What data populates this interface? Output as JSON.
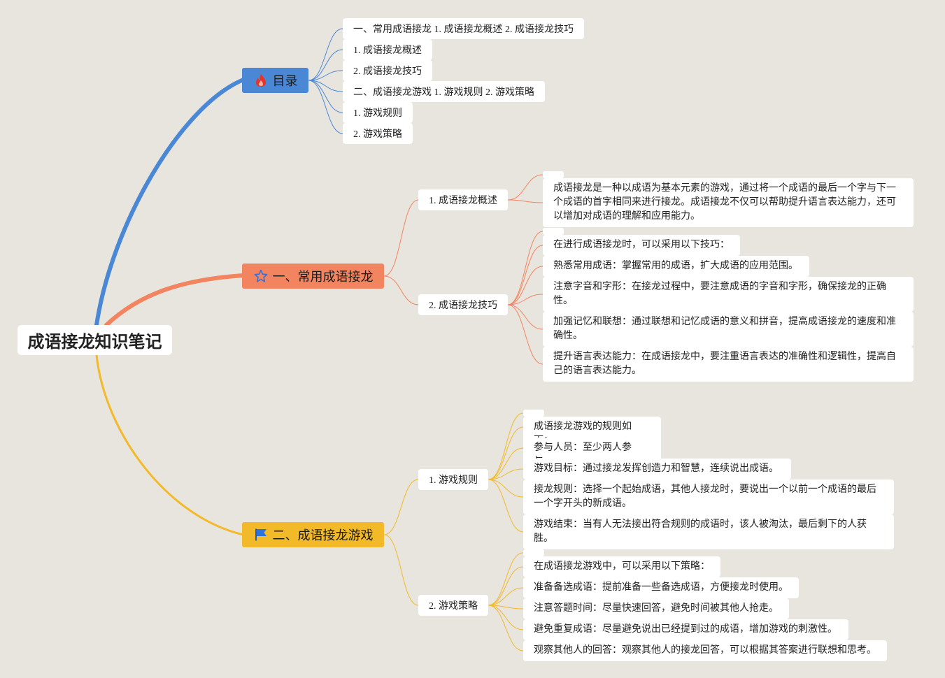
{
  "root": {
    "label": "成语接龙知识笔记"
  },
  "branches": {
    "toc": {
      "label": "目录",
      "icon": "fire-icon",
      "color": "#4a88d6",
      "items": [
        "一、常用成语接龙 1. 成语接龙概述 2. 成语接龙技巧",
        "1. 成语接龙概述",
        "2. 成语接龙技巧",
        "二、成语接龙游戏 1. 游戏规则 2. 游戏策略",
        "1. 游戏规则",
        "2. 游戏策略"
      ]
    },
    "common": {
      "label": "一、常用成语接龙",
      "icon": "star-outline-icon",
      "color": "#f2845f",
      "overview": {
        "label": "1. 成语接龙概述",
        "leaves": [
          "成语接龙是一种以成语为基本元素的游戏，通过将一个成语的最后一个字与下一个成语的首字相同来进行接龙。成语接龙不仅可以帮助提升语言表达能力，还可以增加对成语的理解和应用能力。"
        ]
      },
      "skills": {
        "label": "2. 成语接龙技巧",
        "leaves": [
          "在进行成语接龙时，可以采用以下技巧：",
          "熟悉常用成语：掌握常用的成语，扩大成语的应用范围。",
          "注意字音和字形：在接龙过程中，要注意成语的字音和字形，确保接龙的正确性。",
          "加强记忆和联想：通过联想和记忆成语的意义和拼音，提高成语接龙的速度和准确性。",
          "提升语言表达能力：在成语接龙中，要注重语言表达的准确性和逻辑性，提高自己的语言表达能力。"
        ]
      }
    },
    "game": {
      "label": "二、成语接龙游戏",
      "icon": "flag-icon",
      "color": "#f2b928",
      "rules": {
        "label": "1. 游戏规则",
        "leaves": [
          "成语接龙游戏的规则如下：",
          "参与人员：至少两人参与。",
          "游戏目标：通过接龙发挥创造力和智慧，连续说出成语。",
          "接龙规则：选择一个起始成语，其他人接龙时，要说出一个以前一个成语的最后一个字开头的新成语。",
          "游戏结束：当有人无法接出符合规则的成语时，该人被淘汰，最后剩下的人获胜。"
        ]
      },
      "strategy": {
        "label": "2. 游戏策略",
        "leaves": [
          "在成语接龙游戏中，可以采用以下策略：",
          "准备备选成语：提前准备一些备选成语，方便接龙时使用。",
          "注意答题时间：尽量快速回答，避免时间被其他人抢走。",
          "避免重复成语：尽量避免说出已经提到过的成语，增加游戏的刺激性。",
          "观察其他人的回答：观察其他人的接龙回答，可以根据其答案进行联想和思考。"
        ]
      }
    }
  }
}
